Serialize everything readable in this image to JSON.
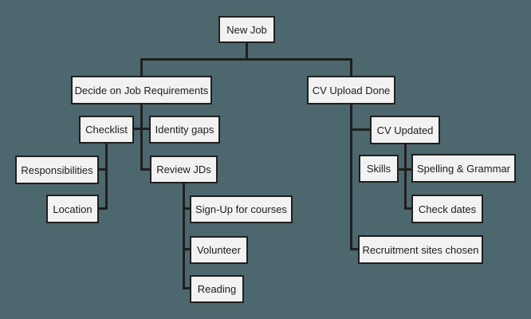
{
  "diagram": {
    "type": "tree",
    "root": "new_job",
    "nodes": {
      "new_job": {
        "label": "New Job"
      },
      "decide": {
        "label": "Decide on Job Requirements"
      },
      "checklist": {
        "label": "Checklist"
      },
      "identity_gaps": {
        "label": "Identity gaps"
      },
      "responsibilities": {
        "label": "Responsibilities"
      },
      "location": {
        "label": "Location"
      },
      "review_jds": {
        "label": "Review JDs"
      },
      "sign_up": {
        "label": "Sign-Up for courses"
      },
      "volunteer": {
        "label": "Volunteer"
      },
      "reading": {
        "label": "Reading"
      },
      "cv_upload": {
        "label": "CV Upload Done"
      },
      "cv_updated": {
        "label": "CV Updated"
      },
      "skills": {
        "label": "Skills"
      },
      "spelling": {
        "label": "Spelling & Grammar"
      },
      "check_dates": {
        "label": "Check dates"
      },
      "recruitment": {
        "label": "Recruitment sites chosen"
      }
    },
    "edges": [
      {
        "from": "new_job",
        "to": "decide"
      },
      {
        "from": "new_job",
        "to": "cv_upload"
      },
      {
        "from": "decide",
        "to": "checklist"
      },
      {
        "from": "decide",
        "to": "identity_gaps"
      },
      {
        "from": "decide",
        "to": "review_jds"
      },
      {
        "from": "checklist",
        "to": "responsibilities"
      },
      {
        "from": "checklist",
        "to": "location"
      },
      {
        "from": "review_jds",
        "to": "sign_up"
      },
      {
        "from": "review_jds",
        "to": "volunteer"
      },
      {
        "from": "review_jds",
        "to": "reading"
      },
      {
        "from": "cv_upload",
        "to": "cv_updated"
      },
      {
        "from": "cv_upload",
        "to": "recruitment"
      },
      {
        "from": "cv_updated",
        "to": "skills"
      },
      {
        "from": "cv_updated",
        "to": "spelling"
      },
      {
        "from": "cv_updated",
        "to": "check_dates"
      }
    ],
    "colors": {
      "background": "#4d676e",
      "box_fill": "#f2f2f2",
      "box_border": "#1f1f1f",
      "line": "#1f1f1f",
      "text": "#1c1c1c"
    }
  }
}
